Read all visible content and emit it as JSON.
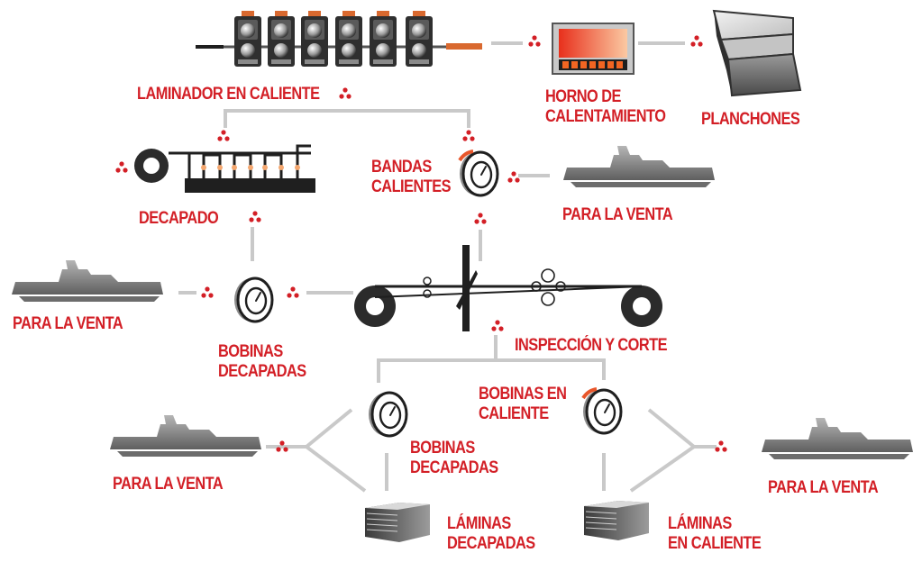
{
  "labels": {
    "laminador": "LAMINADOR EN CALIENTE",
    "horno_line1": "HORNO DE",
    "horno_line2": "CALENTAMIENTO",
    "planchones": "PLANCHONES",
    "decapado": "DECAPADO",
    "bandas_line1": "BANDAS",
    "bandas_line2": "CALIENTES",
    "venta_1": "PARA LA VENTA",
    "venta_2": "PARA LA VENTA",
    "bobinas_dec_line1": "BOBINAS",
    "bobinas_dec_line2": "DECAPADAS",
    "inspeccion": "INSPECCIÓN Y CORTE",
    "bobinas_cal_line1": "BOBINAS EN",
    "bobinas_cal_line2": "CALIENTE",
    "bobinas_dec2_line1": "BOBINAS",
    "bobinas_dec2_line2": "DECAPADAS",
    "venta_3": "PARA LA VENTA",
    "venta_4": "PARA LA VENTA",
    "laminas_dec_line1": "LÁMINAS",
    "laminas_dec_line2": "DECAPADAS",
    "laminas_cal_line1": "LÁMINAS",
    "laminas_cal_line2": "EN CALIENTE"
  },
  "colors": {
    "label_red": "#d31f26",
    "connector_gray": "#c9c9c9",
    "ship_gray": "#8a8a8a",
    "furnace_orange": "#f26522",
    "coil_orange": "#e8562a"
  }
}
